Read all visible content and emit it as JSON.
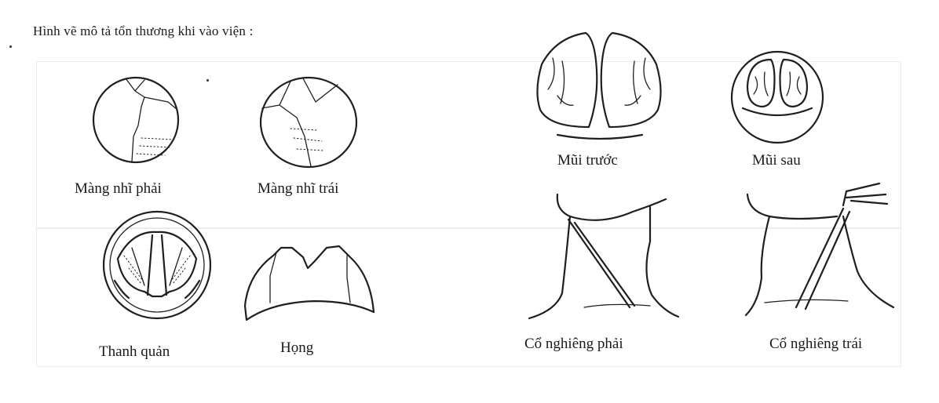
{
  "heading": "Hình vẽ mô tả tổn thương khi vào viện :",
  "figures": {
    "right_eardrum": "Màng nhĩ phải",
    "left_eardrum": "Màng nhĩ trái",
    "larynx": "Thanh quản",
    "throat": "Họng",
    "anterior_nose": "Mũi trước",
    "posterior_nose": "Mũi sau",
    "neck_right": "Cổ nghiêng phải",
    "neck_left": "Cổ nghiêng trái"
  }
}
